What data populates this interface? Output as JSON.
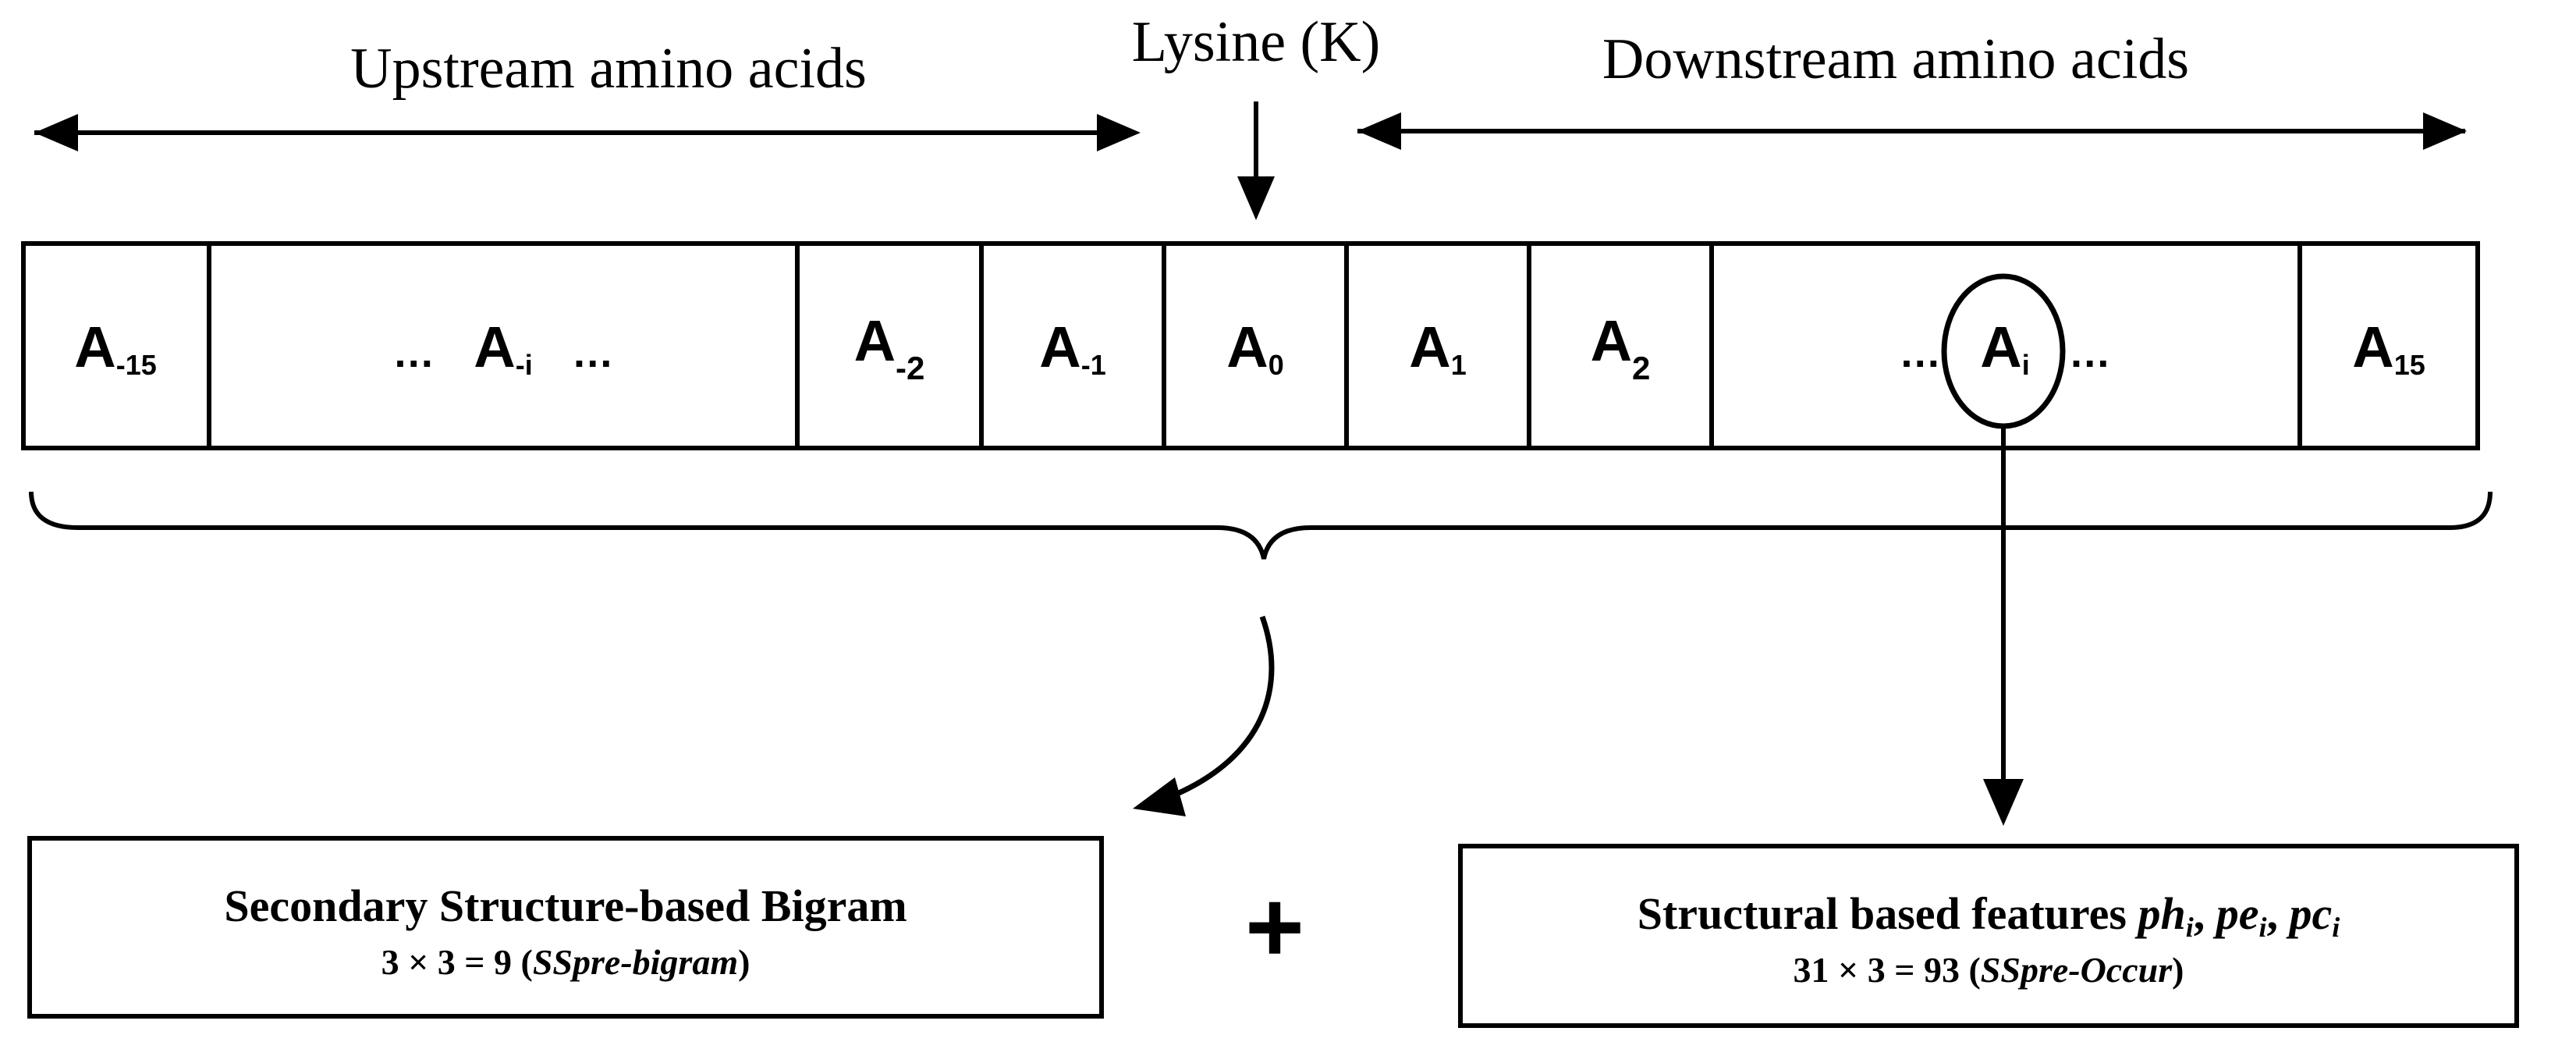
{
  "header": {
    "upstream_label": "Upstream amino acids",
    "lysine_label": "Lysine (K)",
    "downstream_label": "Downstream amino acids"
  },
  "sequence": {
    "cells": [
      {
        "base": "A",
        "sub": "-15"
      },
      {
        "base": "A",
        "sub": "-i",
        "prefix": "…",
        "suffix": "…"
      },
      {
        "base": "A",
        "sub": "-2"
      },
      {
        "base": "A",
        "sub": "-1"
      },
      {
        "base": "A",
        "sub": "0"
      },
      {
        "base": "A",
        "sub": "1"
      },
      {
        "base": "A",
        "sub": "2"
      },
      {
        "base": "A",
        "sub": "i",
        "prefix": "…",
        "suffix": "…"
      },
      {
        "base": "A",
        "sub": "15"
      }
    ]
  },
  "operator": {
    "symbol": "+"
  },
  "left_box": {
    "title": "Secondary Structure-based Bigram",
    "formula": "3 × 3 = 9 (",
    "formula_italic": "SSpre-bigram",
    "formula_close": ")"
  },
  "right_box": {
    "title": "Structural based features ",
    "f1": "ph",
    "f2": "pe",
    "f3": "pc",
    "sub": "i",
    "sep": ", ",
    "formula": "31 × 3 = 93 (",
    "formula_italic": "SSpre-Occur",
    "formula_close": ")"
  }
}
